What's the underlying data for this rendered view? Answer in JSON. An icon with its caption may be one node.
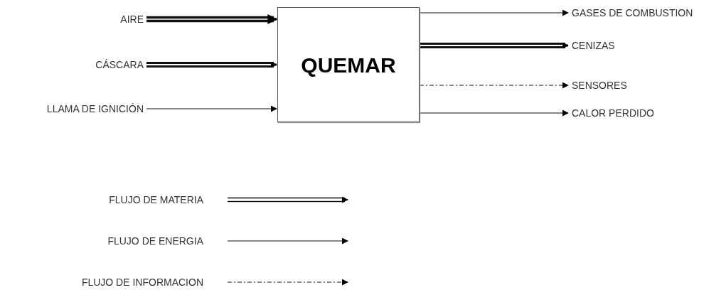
{
  "diagram": {
    "nodes": [
      {
        "text": [
          "AIRE"
        ]
      },
      {
        "text": [
          "CÁSCARA"
        ]
      },
      {
        "text": [
          "LLAMA DE IGNICIÓN"
        ]
      },
      {
        "text": [
          "QUEMAR"
        ]
      },
      {
        "text": [
          "GASES DE COMBUSTION"
        ]
      },
      {
        "text": [
          "CENIZAS"
        ]
      },
      {
        "text": [
          "SENSORES"
        ]
      },
      {
        "text": [
          "CALOR PERDIDO"
        ]
      }
    ],
    "edges": [
      {
        "from": 0,
        "to": 3,
        "arrow": "to",
        "style": "thick"
      },
      {
        "from": 1,
        "to": 3,
        "arrow": "to",
        "style": "thick"
      },
      {
        "from": 2,
        "to": 3,
        "arrow": "to"
      },
      {
        "from": 3,
        "to": 4,
        "arrow": "to"
      },
      {
        "from": 3,
        "to": 5,
        "arrow": "to",
        "style": "thick"
      },
      {
        "from": 3,
        "to": 6,
        "arrow": "to",
        "style": "dashed"
      },
      {
        "from": 3,
        "to": 7,
        "arrow": "to"
      }
    ],
    "legend": [
      {
        "text": "FLUJO DE MATERIA"
      },
      {
        "text": "FLUJO DE ENERGIA"
      },
      {
        "text": "FLUJO DE INFORMACION"
      }
    ]
  }
}
